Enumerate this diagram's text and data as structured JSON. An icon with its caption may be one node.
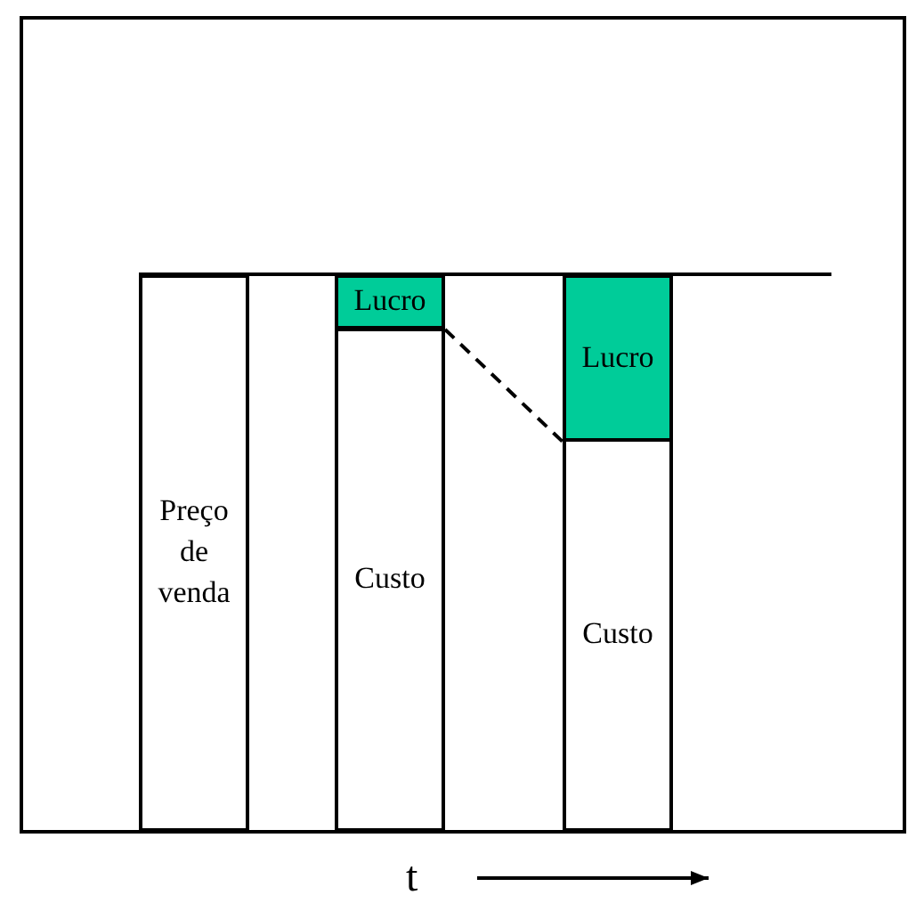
{
  "diagram": {
    "nodes": [
      {
        "text": [
          "Preço de venda"
        ]
      },
      {
        "text": [
          "Lucro"
        ]
      },
      {
        "text": [
          "Custo"
        ]
      },
      {
        "text": [
          "Lucro"
        ]
      },
      {
        "text": [
          "Custo"
        ]
      }
    ],
    "edges": [
      {
        "from": 1,
        "to": 3,
        "arrow": "none",
        "style": "dashed"
      }
    ],
    "labels": [
      "t"
    ]
  }
}
